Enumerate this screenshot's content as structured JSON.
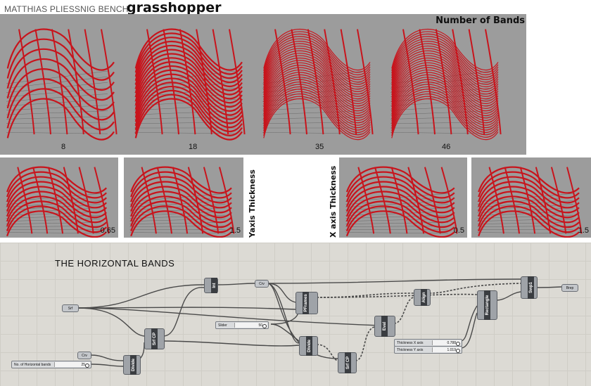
{
  "header": {
    "title": "MATTHIAS PLIESSNIG BENCH",
    "subtitle": "grasshopper"
  },
  "band_panels": {
    "heading": "Number of Bands",
    "items": [
      {
        "label": "8",
        "bands": 8
      },
      {
        "label": "18",
        "bands": 18
      },
      {
        "label": "35",
        "bands": 35
      },
      {
        "label": "46",
        "bands": 46
      }
    ]
  },
  "thickness_panels": {
    "yaxis_heading": "Yaxis Thickness",
    "xaxis_heading": "X axis Thickness",
    "items": [
      {
        "label": "0.65"
      },
      {
        "label": "1.5"
      },
      {
        "label": "0.5"
      },
      {
        "label": "1.5"
      }
    ]
  },
  "definition": {
    "title": "THE HORIZONTAL BANDS",
    "components": {
      "srf": "Srf",
      "crv1": "Crv",
      "crv2": "Crv",
      "int": "Int",
      "srfcp1": "Srf CP",
      "divide1": "Divide",
      "pframes": "PFrames",
      "divide2": "Divide",
      "srfcp2": "Srf CP",
      "eval": "Eval",
      "align": "Align",
      "rectangle": "Rectangle",
      "swp1": "Swp1",
      "brep": "Brep"
    },
    "sliders": {
      "num_bands": {
        "label": "No. of Horizontal bands",
        "value": "25"
      },
      "slider": {
        "label": "Slider",
        "value": "50"
      },
      "thick_x": {
        "label": "Thickness X axis",
        "value": "0.788"
      },
      "thick_y": {
        "label": "Thickness Y axis",
        "value": "1.019"
      }
    }
  },
  "colors": {
    "band_red": "#c8141c",
    "viewport_grey": "#9c9c9c",
    "canvas_bg": "#dcdad4"
  }
}
